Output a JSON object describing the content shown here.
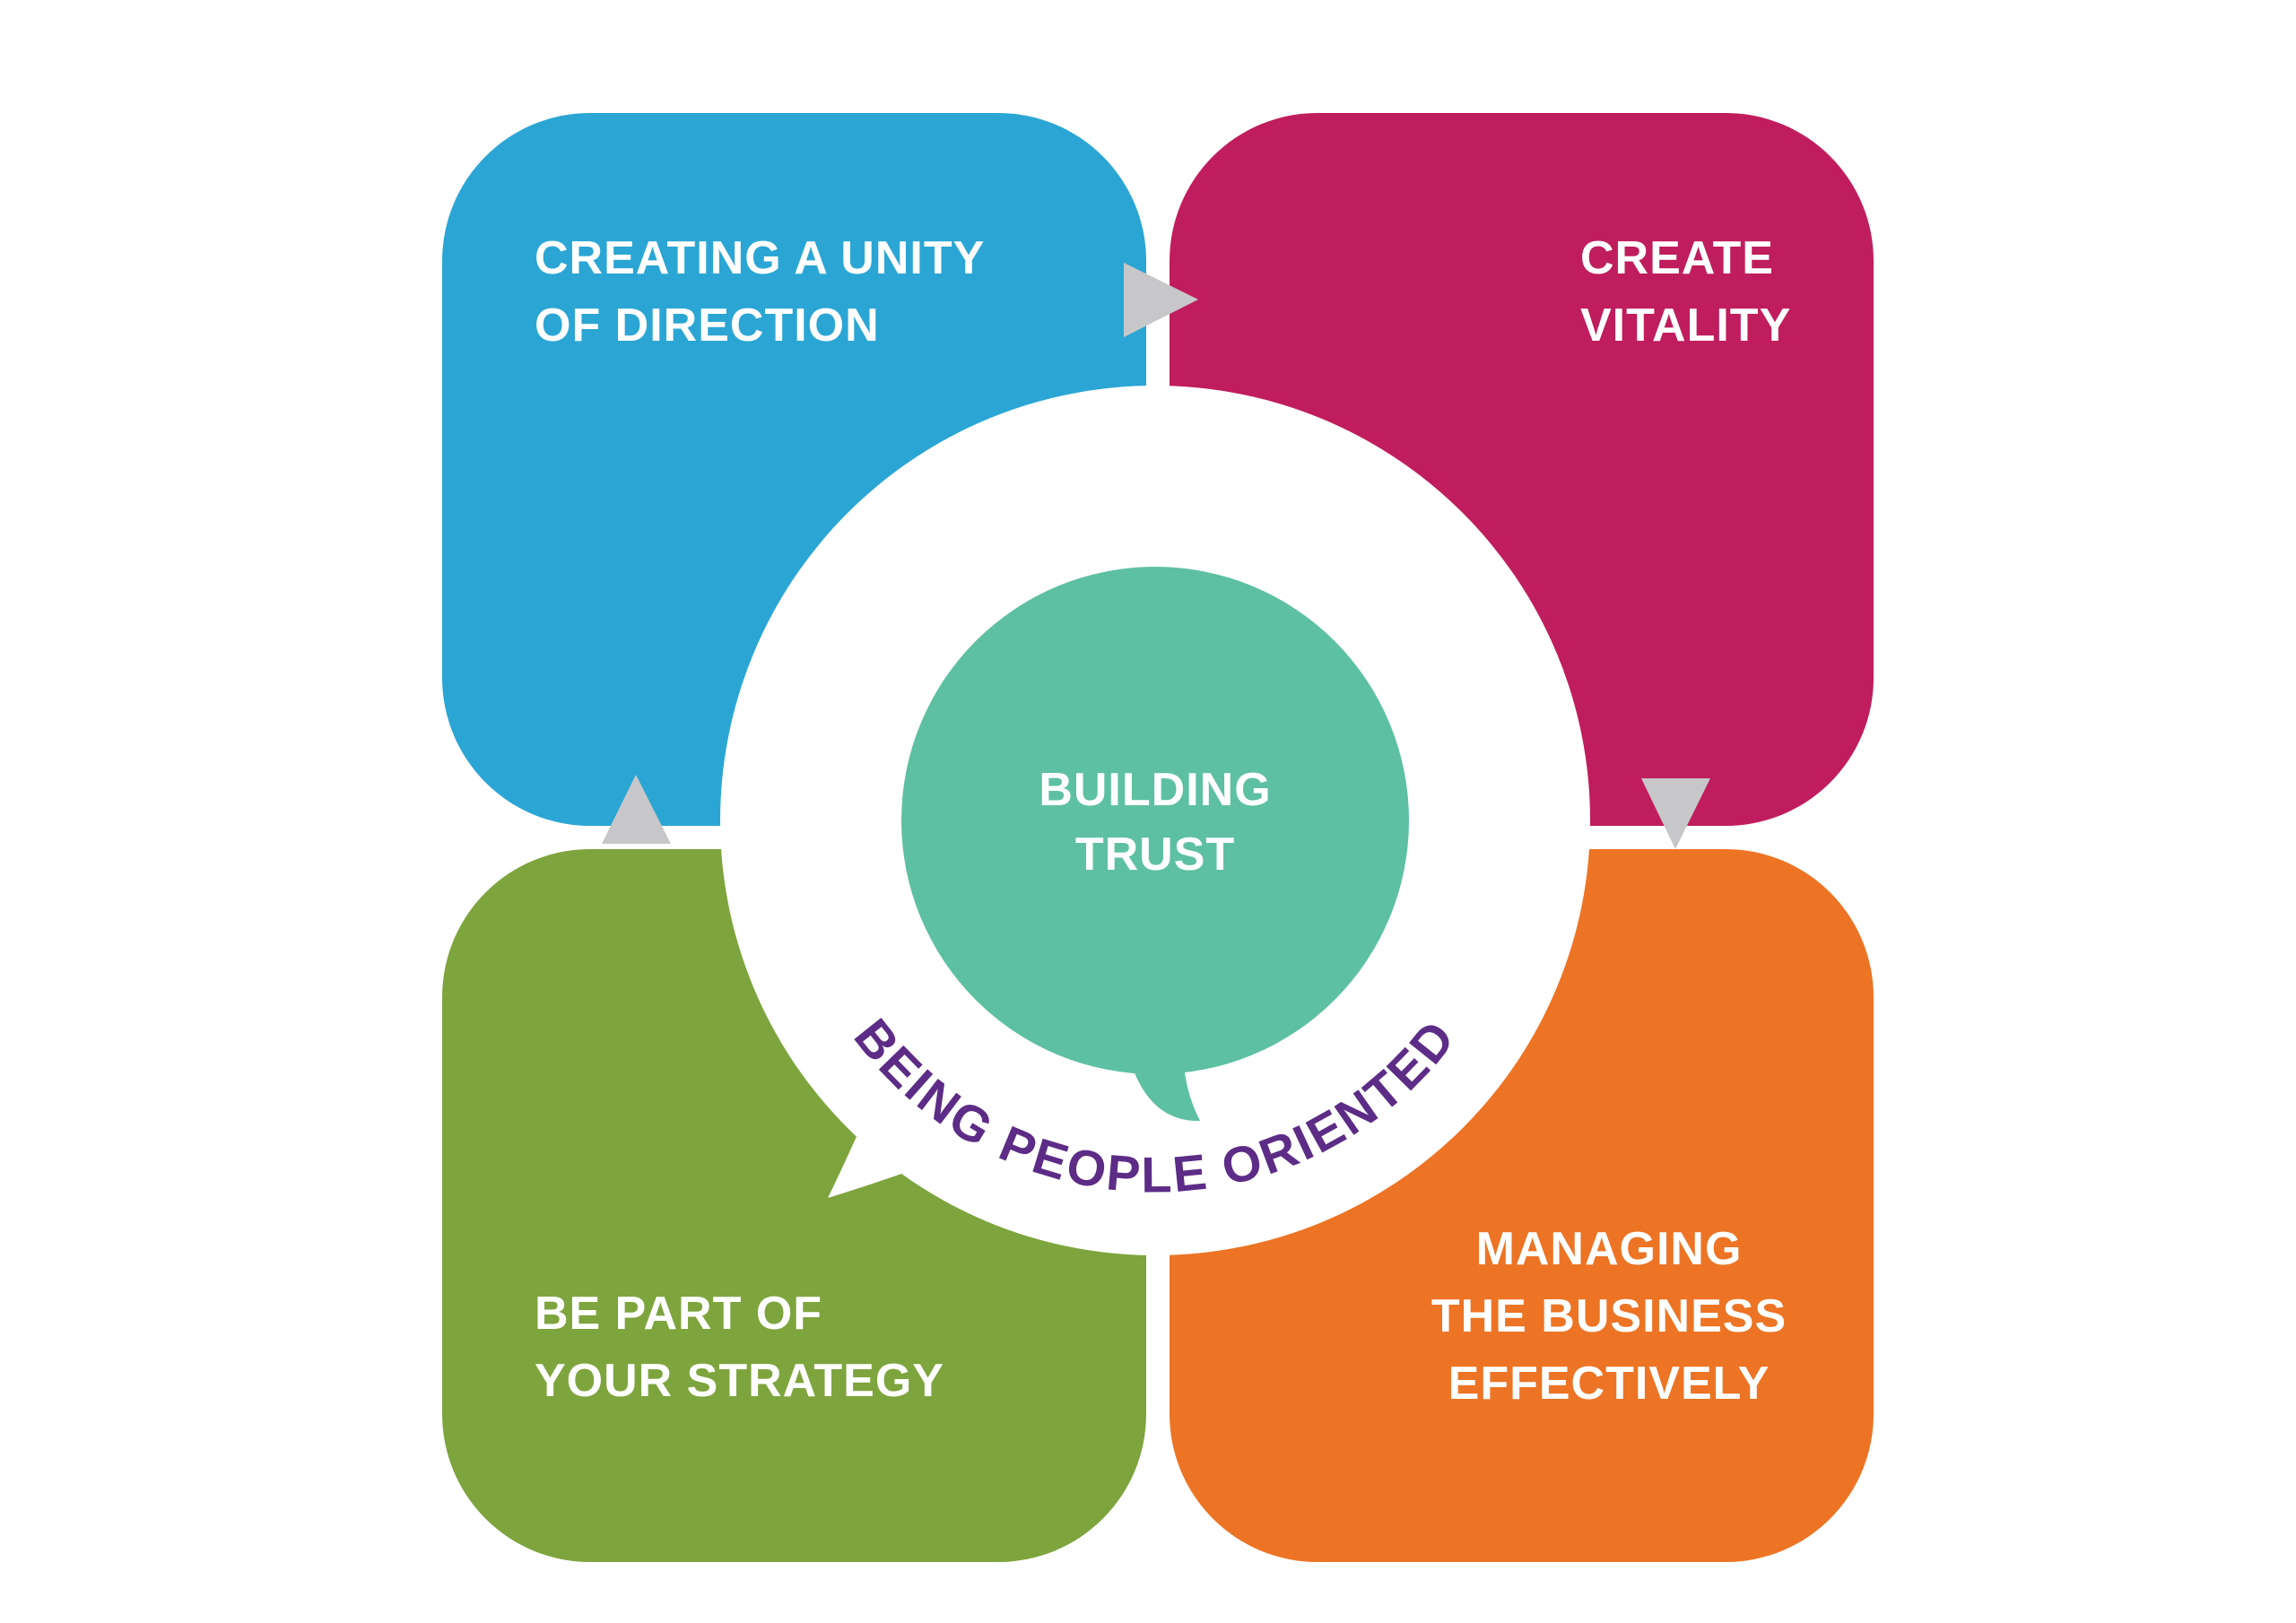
{
  "diagram": {
    "background": "#ffffff",
    "label_text_color": "#ffffff",
    "quadrants": [
      {
        "name": "creating-unity-of-direction",
        "color": "#2ba6d4",
        "lines": [
          "CREATING A UNITY",
          "OF DIRECTION"
        ]
      },
      {
        "name": "create-vitality",
        "color": "#c01d5e",
        "lines": [
          "CREATE",
          "VITALITY"
        ]
      },
      {
        "name": "be-part-of-your-strategy",
        "color": "#7ea43d",
        "lines": [
          "BE PART OF",
          "YOUR STRATEGY"
        ]
      },
      {
        "name": "managing-the-business-effectively",
        "color": "#ec7424",
        "lines": [
          "MANAGING",
          "THE BUSINESS",
          "EFFECTIVELY"
        ]
      }
    ],
    "center": {
      "color": "#5ec0a2",
      "text_color": "#ffffff",
      "lines": [
        "BUILDING",
        "TRUST"
      ]
    },
    "ring": {
      "text": "BEING PEOPLE ORIENTED",
      "color": "#5c2c86",
      "background": "#ffffff"
    },
    "arrows": {
      "color": "#c7c7ca"
    }
  }
}
